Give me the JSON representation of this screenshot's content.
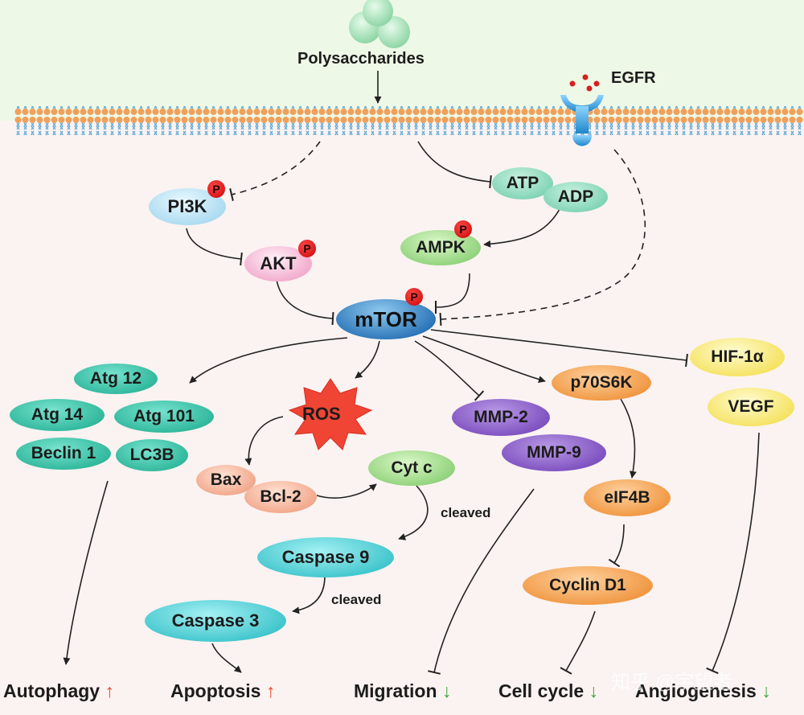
{
  "colors": {
    "extracellular": "#eef8e6",
    "cytoplasm": "#fbf3f1",
    "membrane_orange": "#f0a05a",
    "membrane_blue": "#6fb8e6",
    "up_arrow": "#e8452b",
    "down_arrow": "#3aa83a"
  },
  "inputs": {
    "polysaccharides": "Polysaccharides",
    "egfr": "EGFR"
  },
  "phospho_badge": "P",
  "nodes": {
    "pi3k": "PI3K",
    "akt": "AKT",
    "atp": "ATP",
    "adp": "ADP",
    "ampk": "AMPK",
    "mtor": "mTOR",
    "atg12": "Atg 12",
    "atg14": "Atg 14",
    "atg101": "Atg 101",
    "beclin1": "Beclin 1",
    "lc3b": "LC3B",
    "ros": "ROS",
    "bax": "Bax",
    "bcl2": "Bcl-2",
    "cytc": "Cyt c",
    "casp9": "Caspase 9",
    "casp3": "Caspase 3",
    "mmp2": "MMP-2",
    "mmp9": "MMP-9",
    "p70s6k": "p70S6K",
    "eif4b": "eIF4B",
    "cyclind1": "Cyclin D1",
    "hif1a": "HIF-1α",
    "vegf": "VEGF"
  },
  "annotations": {
    "cleaved_1": "cleaved",
    "cleaved_2": "cleaved"
  },
  "outcomes": {
    "autophagy": "Autophagy",
    "autophagy_dir": "↑",
    "apoptosis": "Apoptosis",
    "apoptosis_dir": "↑",
    "migration": "Migration",
    "migration_dir": "↓",
    "cellcycle": "Cell cycle",
    "cellcycle_dir": "↓",
    "angiogenesis": "Angiogenesis",
    "angiogenesis_dir": "↓"
  },
  "watermark": "知乎 @宇望者"
}
